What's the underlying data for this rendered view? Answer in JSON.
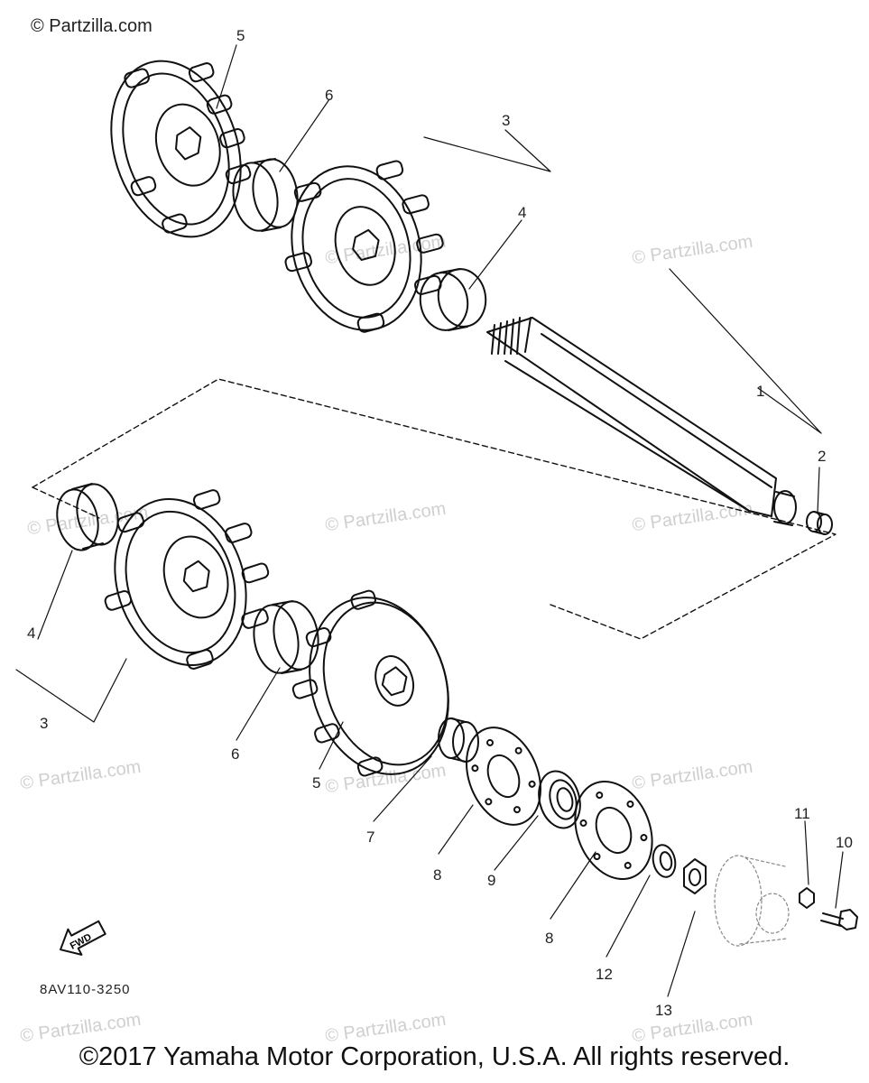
{
  "watermark": "© Partzilla.com",
  "copyright_top": "© Partzilla.com",
  "drawing_code": "8AV110-3250",
  "fwd_label": "FWD",
  "footer": "©2017 Yamaha Motor Corporation, U.S.A. All rights reserved.",
  "callouts": {
    "c1": "1",
    "c2": "2",
    "c3a": "3",
    "c3b": "3",
    "c4a": "4",
    "c4b": "4",
    "c5a": "5",
    "c5b": "5",
    "c6a": "6",
    "c6b": "6",
    "c7": "7",
    "c8a": "8",
    "c8b": "8",
    "c9": "9",
    "c10": "10",
    "c11": "11",
    "c12": "12",
    "c13": "13"
  }
}
